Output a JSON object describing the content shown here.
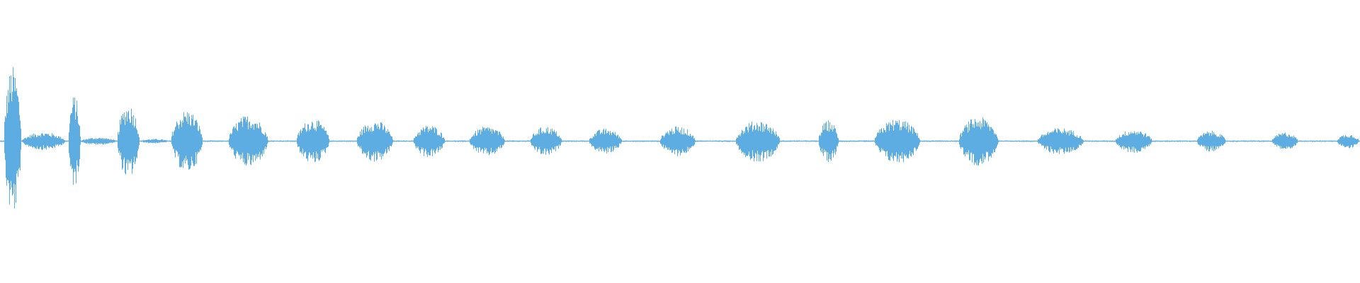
{
  "waveform": {
    "color": "#5dade2",
    "baseline_level": 0.01,
    "bursts": [
      {
        "start": 0.003,
        "end": 0.016,
        "peak": 1.0
      },
      {
        "start": 0.016,
        "end": 0.049,
        "peak": 0.12
      },
      {
        "start": 0.05,
        "end": 0.059,
        "peak": 0.62
      },
      {
        "start": 0.059,
        "end": 0.086,
        "peak": 0.05
      },
      {
        "start": 0.086,
        "end": 0.103,
        "peak": 0.5
      },
      {
        "start": 0.103,
        "end": 0.125,
        "peak": 0.03
      },
      {
        "start": 0.126,
        "end": 0.15,
        "peak": 0.42
      },
      {
        "start": 0.168,
        "end": 0.198,
        "peak": 0.35
      },
      {
        "start": 0.218,
        "end": 0.243,
        "peak": 0.3
      },
      {
        "start": 0.262,
        "end": 0.29,
        "peak": 0.28
      },
      {
        "start": 0.304,
        "end": 0.328,
        "peak": 0.22
      },
      {
        "start": 0.345,
        "end": 0.372,
        "peak": 0.2
      },
      {
        "start": 0.39,
        "end": 0.414,
        "peak": 0.2
      },
      {
        "start": 0.433,
        "end": 0.458,
        "peak": 0.17
      },
      {
        "start": 0.485,
        "end": 0.512,
        "peak": 0.2
      },
      {
        "start": 0.541,
        "end": 0.575,
        "peak": 0.28
      },
      {
        "start": 0.602,
        "end": 0.617,
        "peak": 0.28
      },
      {
        "start": 0.643,
        "end": 0.678,
        "peak": 0.3
      },
      {
        "start": 0.705,
        "end": 0.735,
        "peak": 0.33
      },
      {
        "start": 0.763,
        "end": 0.798,
        "peak": 0.18
      },
      {
        "start": 0.82,
        "end": 0.848,
        "peak": 0.16
      },
      {
        "start": 0.88,
        "end": 0.902,
        "peak": 0.14
      },
      {
        "start": 0.935,
        "end": 0.955,
        "peak": 0.12
      },
      {
        "start": 0.983,
        "end": 1.0,
        "peak": 0.1
      }
    ]
  }
}
